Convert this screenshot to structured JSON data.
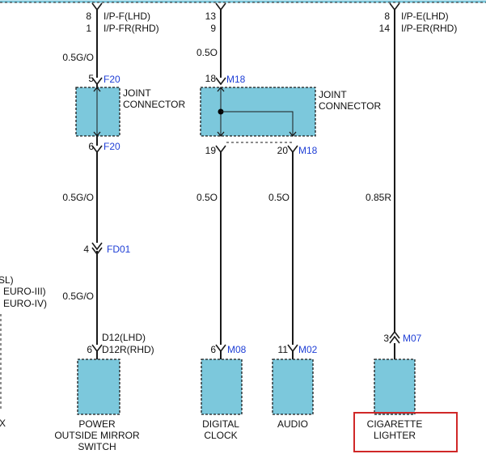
{
  "top": {
    "left_pins": [
      "8",
      "1"
    ],
    "left_labels": [
      "I/P-F(LHD)",
      "I/P-FR(RHD)"
    ],
    "mid_pins": [
      "13",
      "9"
    ],
    "right_pins": [
      "8",
      "14"
    ],
    "right_labels": [
      "I/P-E(LHD)",
      "I/P-ER(RHD)"
    ]
  },
  "wires": {
    "w1_top": "0.5G/O",
    "w1_mid": "0.5G/O",
    "w1_low": "0.5G/O",
    "w2_top": "0.5O",
    "w2_low": "0.5O",
    "w3_low": "0.5O",
    "w4_low": "0.85R"
  },
  "joint_left": {
    "pin_top": "5",
    "code_top": "F20",
    "pin_bottom": "6",
    "code_bottom": "F20",
    "label_line1": "JOINT",
    "label_line2": "CONNECTOR"
  },
  "joint_mid": {
    "pin_top": "18",
    "code_top": "M18",
    "pin_bl": "19",
    "pin_br": "20",
    "code_br": "M18",
    "label_line1": "JOINT",
    "label_line2": "CONNECTOR"
  },
  "inline_connector": {
    "pin": "4",
    "code": "FD01"
  },
  "left_edge": {
    "line1": "SL)",
    "line2": "EURO-III)",
    "line3": "EURO-IV)",
    "bottom": "X"
  },
  "components": {
    "mirror": {
      "pin": "6",
      "code1": "D12(LHD)",
      "code2": "D12R(RHD)",
      "name_line1": "POWER",
      "name_line2": "OUTSIDE MIRROR",
      "name_line3": "SWITCH"
    },
    "clock": {
      "pin": "6",
      "code": "M08",
      "name_line1": "DIGITAL",
      "name_line2": "CLOCK"
    },
    "audio": {
      "pin": "11",
      "code": "M02",
      "name_line1": "AUDIO"
    },
    "lighter": {
      "pin": "3",
      "code": "M07",
      "name_line1": "CIGARETTE",
      "name_line2": "LIGHTER"
    }
  },
  "colors": {
    "connector_fill": "#7cc8dc",
    "code_text": "#1f3fd6",
    "highlight": "#d02828"
  }
}
